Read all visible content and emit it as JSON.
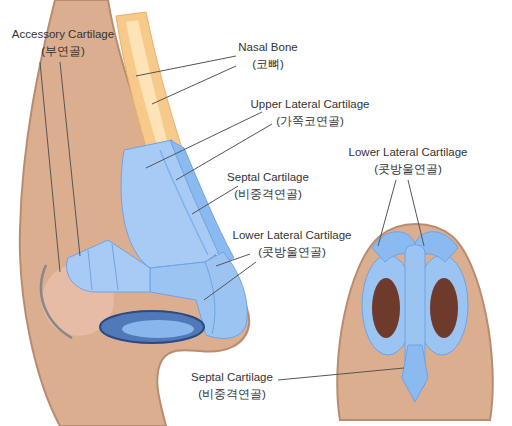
{
  "diagram": {
    "labels": [
      "Accessory Cartilage",
      "(부연골)",
      "Nasal Bone",
      "(코뼈)",
      "Upper Lateral Cartilage",
      "(가쪽코연골)",
      "Lower Lateral Cartilage",
      "(콧방울연골)",
      "Septal Cartilage",
      "(비중격연골)",
      "Lower Lateral Cartilage",
      "(콧방울연골)",
      "Septal Cartilage",
      "(비중격연골)"
    ]
  }
}
